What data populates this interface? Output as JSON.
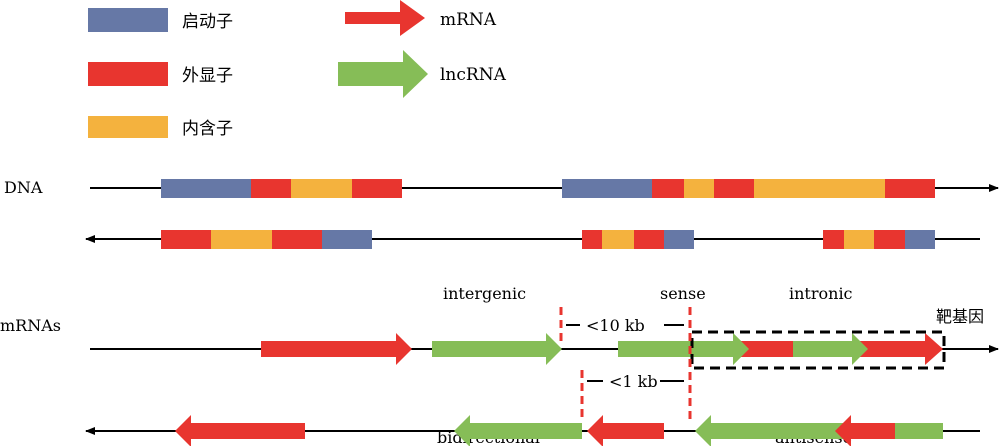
{
  "legend": {
    "promoter": "启动子",
    "exon": "外显子",
    "intron": "内含子",
    "mrna": "mRNA",
    "lncrna": "lncRNA"
  },
  "labels": {
    "dna": "DNA",
    "mrnas": "mRNAs",
    "intergenic": "intergenic",
    "sense": "sense",
    "intronic": "intronic",
    "target_gene": "靶基因",
    "lt10kb": "<10 kb",
    "lt1kb": "<1 kb",
    "bidirectional": "bidirectional",
    "antisense": "antisense"
  },
  "colors": {
    "promoter": "#6678a6",
    "exon": "#e8352f",
    "intron": "#f4b23e",
    "lncrna": "#86bd57",
    "mrna": "#e8352f",
    "line": "#000000",
    "marker": "#e8352f"
  }
}
